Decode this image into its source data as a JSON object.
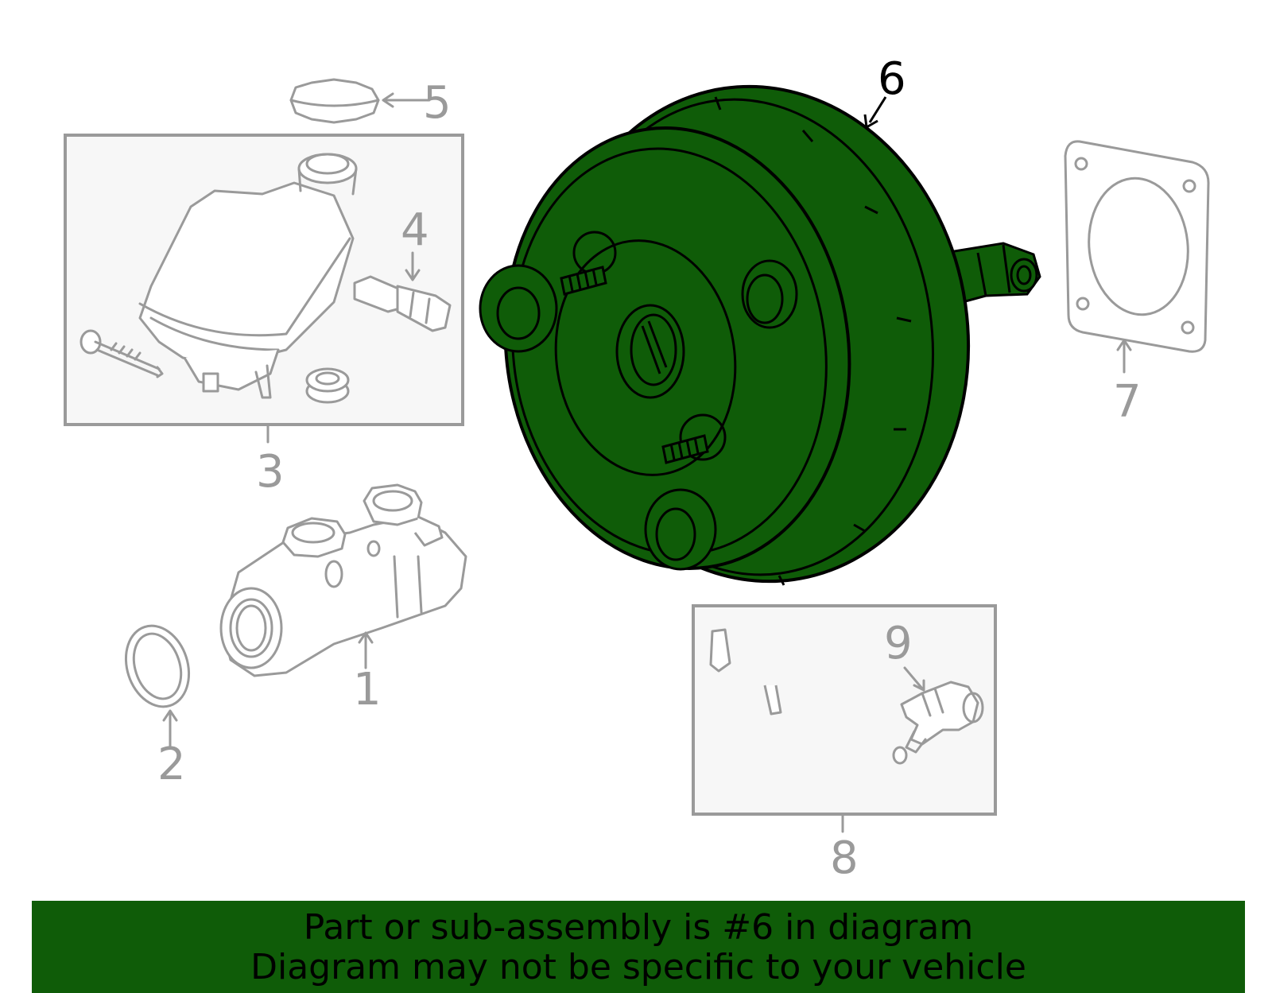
{
  "diagram": {
    "highlight_color": "#0f5c08",
    "inactive_color": "#9a9a9a",
    "highlighted_callout": "6",
    "callouts": {
      "c1": "1",
      "c2": "2",
      "c3": "3",
      "c4": "4",
      "c5": "5",
      "c6": "6",
      "c7": "7",
      "c8": "8",
      "c9": "9"
    }
  },
  "banner": {
    "line1": "Part or sub-assembly is #6 in diagram",
    "line2": "Diagram may not be specific to your vehicle",
    "background": "#0f5c08"
  }
}
